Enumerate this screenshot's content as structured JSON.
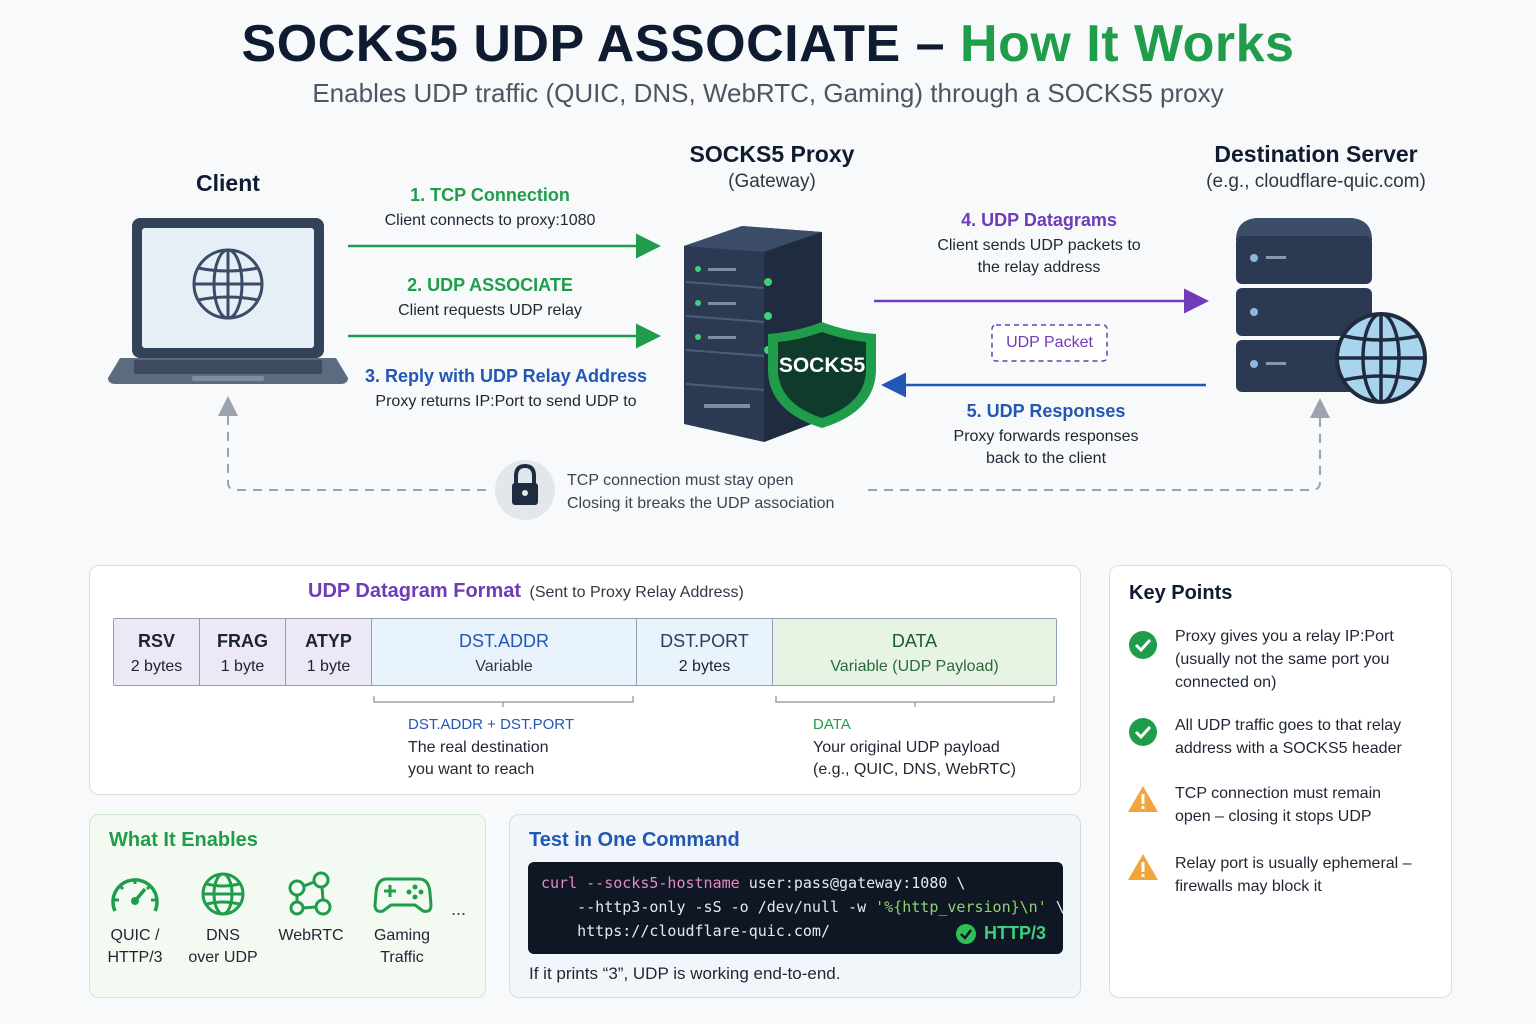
{
  "header": {
    "title_main": "SOCKS5 UDP ASSOCIATE – ",
    "title_accent": "How It Works",
    "subtitle": "Enables UDP traffic (QUIC, DNS, WebRTC, Gaming) through a SOCKS5 proxy"
  },
  "nodes": {
    "client": {
      "title": "Client",
      "icon": "laptop-globe-icon"
    },
    "proxy": {
      "title": "SOCKS5 Proxy",
      "subtitle": "(Gateway)",
      "badge": "SOCKS5",
      "icon": "server-shield-icon"
    },
    "destination": {
      "title": "Destination Server",
      "subtitle": "(e.g., cloudflare-quic.com)",
      "icon": "server-globe-icon"
    }
  },
  "steps": [
    {
      "title": "1. TCP Connection",
      "desc": "Client connects to proxy:1080"
    },
    {
      "title": "2. UDP ASSOCIATE",
      "desc": "Client requests UDP relay"
    },
    {
      "title": "3. Reply with UDP Relay Address",
      "desc": "Proxy returns IP:Port to send UDP to"
    },
    {
      "title": "4. UDP Datagrams",
      "desc1": "Client sends UDP packets to",
      "desc2": "the relay address"
    },
    {
      "title": "5. UDP Responses",
      "desc1": "Proxy forwards responses",
      "desc2": "back to the client"
    }
  ],
  "packet_label": "UDP Packet",
  "tcp_note": {
    "line1": "TCP connection must stay open",
    "line2": "Closing it breaks the UDP association",
    "icon": "lock-icon"
  },
  "datagram": {
    "title": "UDP Datagram Format",
    "title_note": "(Sent to Proxy Relay Address)",
    "fields": [
      {
        "name": "RSV",
        "size": "2 bytes"
      },
      {
        "name": "FRAG",
        "size": "1 byte"
      },
      {
        "name": "ATYP",
        "size": "1 byte"
      },
      {
        "name": "DST.ADDR",
        "size": "Variable"
      },
      {
        "name": "DST.PORT",
        "size": "2 bytes"
      },
      {
        "name": "DATA",
        "size": "Variable (UDP Payload)"
      }
    ],
    "note_dst": {
      "title": "DST.ADDR + DST.PORT",
      "line1": "The real destination",
      "line2": "you want to reach"
    },
    "note_data": {
      "title": "DATA",
      "line1": "Your original UDP payload",
      "line2": "(e.g., QUIC, DNS, WebRTC)"
    }
  },
  "key_points": {
    "title": "Key Points",
    "items": [
      {
        "icon": "check-icon",
        "lines": [
          "Proxy gives you a relay IP:Port",
          "(usually not the same port you",
          "connected on)"
        ]
      },
      {
        "icon": "check-icon",
        "lines": [
          "All UDP traffic goes to that relay",
          "address with a SOCKS5 header"
        ]
      },
      {
        "icon": "warning-icon",
        "lines": [
          "TCP connection must remain",
          "open – closing it stops UDP"
        ]
      },
      {
        "icon": "warning-icon",
        "lines": [
          "Relay port is usually ephemeral –",
          "firewalls may block it"
        ]
      }
    ]
  },
  "enables": {
    "title": "What It Enables",
    "items": [
      {
        "icon": "speedometer-icon",
        "line1": "QUIC /",
        "line2": "HTTP/3"
      },
      {
        "icon": "globe-icon",
        "line1": "DNS",
        "line2": "over UDP"
      },
      {
        "icon": "network-nodes-icon",
        "line1": "WebRTC",
        "line2": ""
      },
      {
        "icon": "gamepad-icon",
        "line1": "Gaming",
        "line2": "Traffic"
      }
    ],
    "more": "..."
  },
  "test": {
    "title": "Test in One Command",
    "cmd": "curl",
    "flag1": "--socks5-hostname",
    "arg1": " user:pass@gateway:1080 \\",
    "line2a": "    --http3-only -sS -o /dev/null -w ",
    "line2str": "'%{http_version}\\n'",
    "line2b": " \\",
    "line3": "    https://cloudflare-quic.com/",
    "result": "HTTP/3",
    "footer": "If it prints “3”, UDP is working end-to-end."
  },
  "colors": {
    "green": "#1f9d4a",
    "purple": "#6f3bb8",
    "blue": "#2257b3",
    "navy": "#2d3b52",
    "warning": "#f2a53a"
  }
}
